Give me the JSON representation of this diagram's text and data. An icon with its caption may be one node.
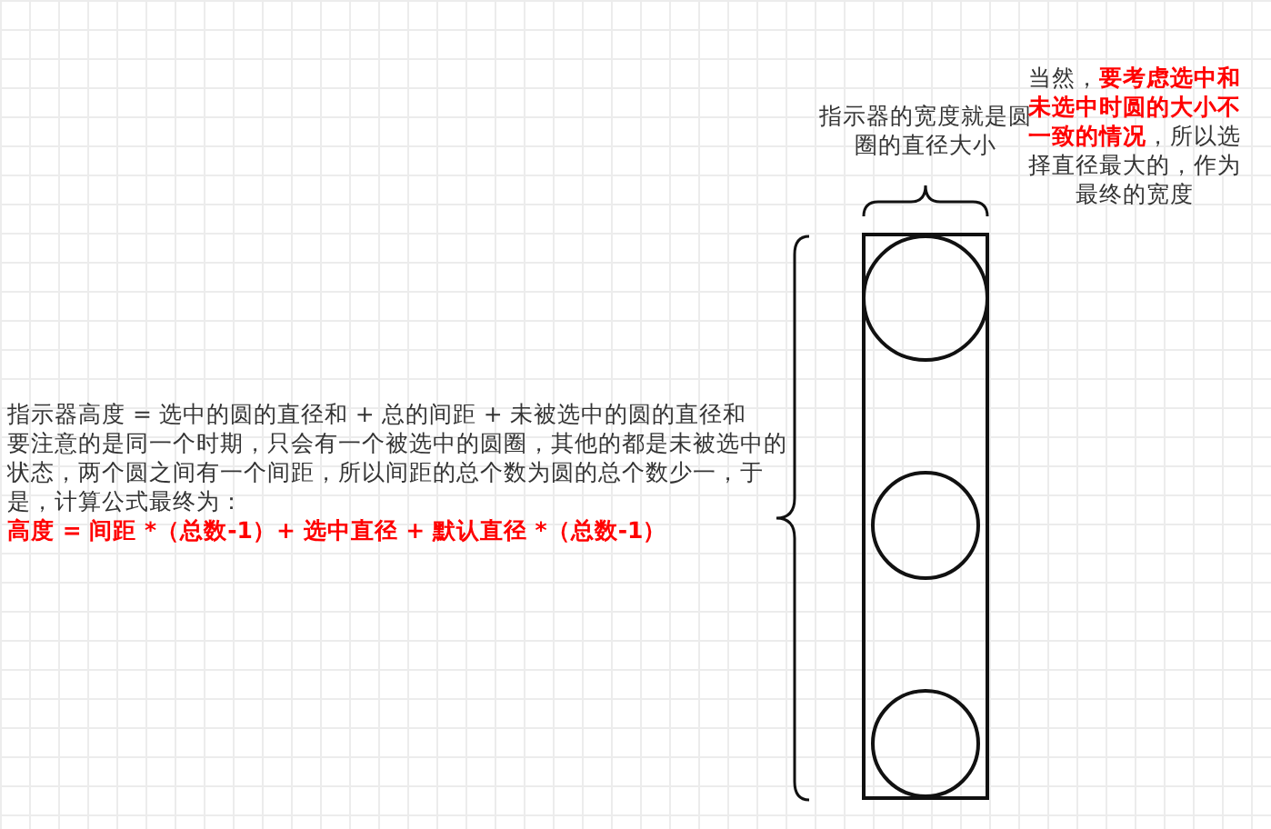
{
  "diagram": {
    "nodes": [
      {
        "text": [],
        "shape": "box"
      },
      {
        "text": [],
        "shape": "circle",
        "in": 0
      },
      {
        "text": [],
        "shape": "circle",
        "in": 0
      },
      {
        "text": [],
        "shape": "circle",
        "in": 0
      }
    ],
    "labels": [
      "指示器的宽度就是圆圈的直径大小",
      "当然，**要考虑选中和未选中时圆的大小不一致的情况**，所以选择直径最大的，作为最终的宽度",
      "指示器高度 = 选中的圆的直径和 + 总的间距 + 未被选中的圆的直径和",
      "要注意的是同一个时期，只会有一个被选中的圆圈，其他的都是未被选中的状态，两个圆之间有一个间距，所以间距的总个数为圆的总个数少一，于是，计算公式最终为：",
      "高度 = 间距 *（总数-1）+ 选中直径 + 默认直径 *（总数-1）"
    ]
  }
}
